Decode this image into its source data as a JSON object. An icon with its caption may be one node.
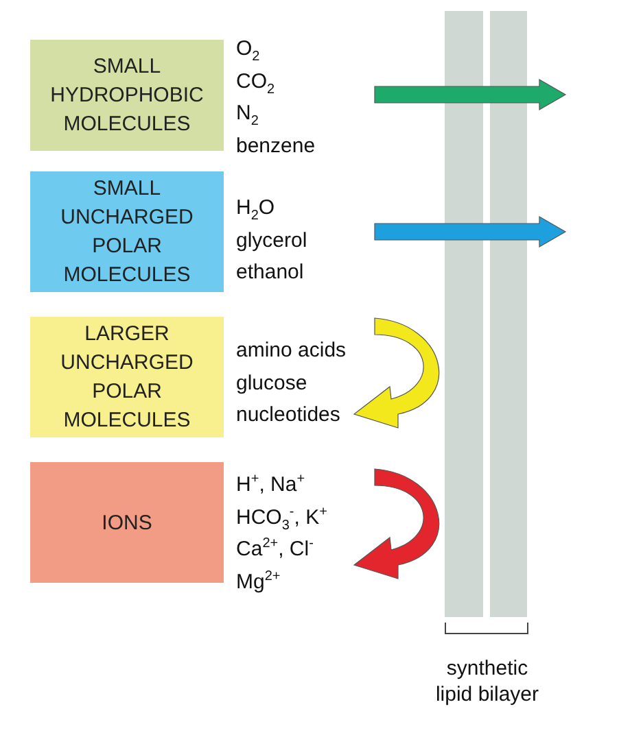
{
  "diagram": {
    "nodes": [
      {
        "text": [
          "SMALL HYDROPHOBIC MOLECULES"
        ],
        "beside": [
          "O$_{2}$",
          "CO$_{2}$",
          "N$_{2}$",
          "benzene"
        ]
      },
      {
        "text": [
          "SMALL UNCHARGED POLAR MOLECULES"
        ],
        "beside": [
          "H$_{2}$O",
          "glycerol",
          "ethanol"
        ]
      },
      {
        "text": [
          "LARGER UNCHARGED POLAR MOLECULES"
        ],
        "beside": [
          "amino acids",
          "glucose",
          "nucleotides"
        ]
      },
      {
        "text": [
          "IONS"
        ],
        "beside": [
          "H$^{+}$, Na$^{+}$",
          "HCO$_{3}$$^{-}$, K$^{+}$",
          "Ca$^{2+}$, Cl$^{-}$",
          "Mg$^{2+}$"
        ]
      }
    ],
    "labels": [
      "synthetic lipid bilayer"
    ]
  }
}
